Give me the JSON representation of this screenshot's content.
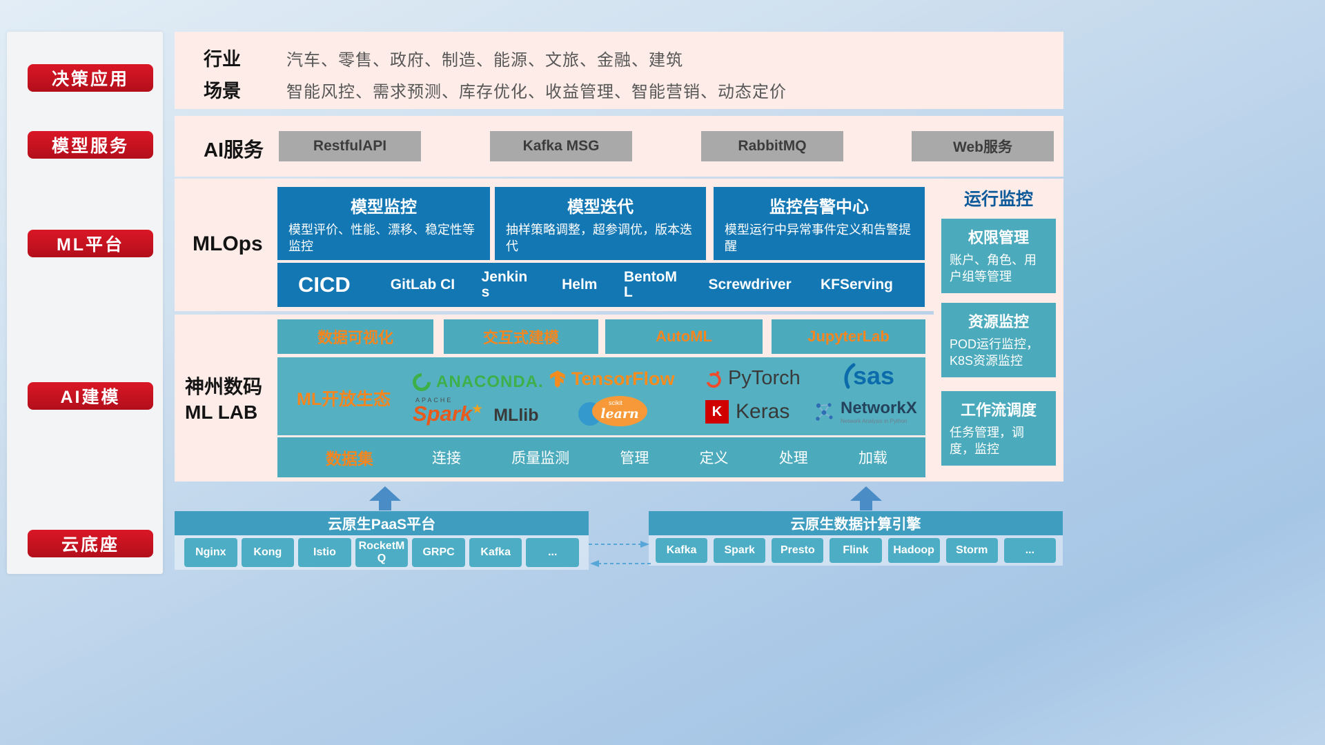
{
  "sidebar": {
    "items": [
      {
        "label": "决策应用"
      },
      {
        "label": "模型服务"
      },
      {
        "label": "ML平台"
      },
      {
        "label": "AI建模"
      },
      {
        "label": "云底座"
      }
    ]
  },
  "industry": {
    "rows": [
      {
        "label": "行业",
        "text": "汽车、零售、政府、制造、能源、文旅、金融、建筑"
      },
      {
        "label": "场景",
        "text": "智能风控、需求预测、库存优化、收益管理、智能营销、动态定价"
      }
    ]
  },
  "ai_service": {
    "label": "AI服务",
    "items": [
      "RestfulAPI",
      "Kafka MSG",
      "RabbitMQ",
      "Web服务"
    ]
  },
  "mlops": {
    "label": "MLOps",
    "cards": [
      {
        "title": "模型监控",
        "desc": "模型评价、性能、漂移、稳定性等监控"
      },
      {
        "title": "模型迭代",
        "desc": "抽样策略调整，超参调优，版本迭代"
      },
      {
        "title": "监控告警中心",
        "desc": "模型运行中异常事件定义和告警提醒"
      }
    ],
    "cicd_label": "CICD",
    "cicd_items": [
      "GitLab CI",
      "Jenkins",
      "Helm",
      "BentoML",
      "Screwdriver",
      "KFServing"
    ]
  },
  "mllab": {
    "label_line1": "神州数码",
    "label_line2": "ML LAB",
    "tools": [
      "数据可视化",
      "交互式建模",
      "AutoML",
      "JupyterLab"
    ],
    "ecosystem_label": "ML开放生态",
    "logos": {
      "anaconda": "ANACONDA.",
      "tensorflow": "TensorFlow",
      "pytorch": "PyTorch",
      "sas": "sas",
      "spark_small": "APACHE",
      "spark": "Spark",
      "mllib": "MLlib",
      "scikit_small": "scikit",
      "scikit": "learn",
      "keras_letter": "K",
      "keras": "Keras",
      "networkx": "NetworkX",
      "networkx_sub": "Network Analysis in Python"
    },
    "dataset_label": "数据集",
    "dataset_items": [
      "连接",
      "质量监测",
      "管理",
      "定义",
      "处理",
      "加载"
    ]
  },
  "monitoring": {
    "title": "运行监控",
    "cards": [
      {
        "title": "权限管理",
        "desc": "账户、角色、用户组等管理"
      },
      {
        "title": "资源监控",
        "desc": "POD运行监控，K8S资源监控"
      },
      {
        "title": "工作流调度",
        "desc": "任务管理，调度，监控"
      }
    ]
  },
  "foundation": {
    "paas": {
      "title": "云原生PaaS平台",
      "items": [
        "Nginx",
        "Kong",
        "Istio",
        "RocketMQ",
        "GRPC",
        "Kafka",
        "..."
      ]
    },
    "engine": {
      "title": "云原生数据计算引擎",
      "items": [
        "Kafka",
        "Spark",
        "Presto",
        "Flink",
        "Hadoop",
        "Storm",
        "..."
      ]
    }
  },
  "icons": {
    "spark_star": "★"
  },
  "colors": {
    "red": "#c3121f",
    "blue": "#1377b4",
    "teal": "#4babbd",
    "orange": "#f5861f",
    "panel_pink": "#fdece7"
  }
}
